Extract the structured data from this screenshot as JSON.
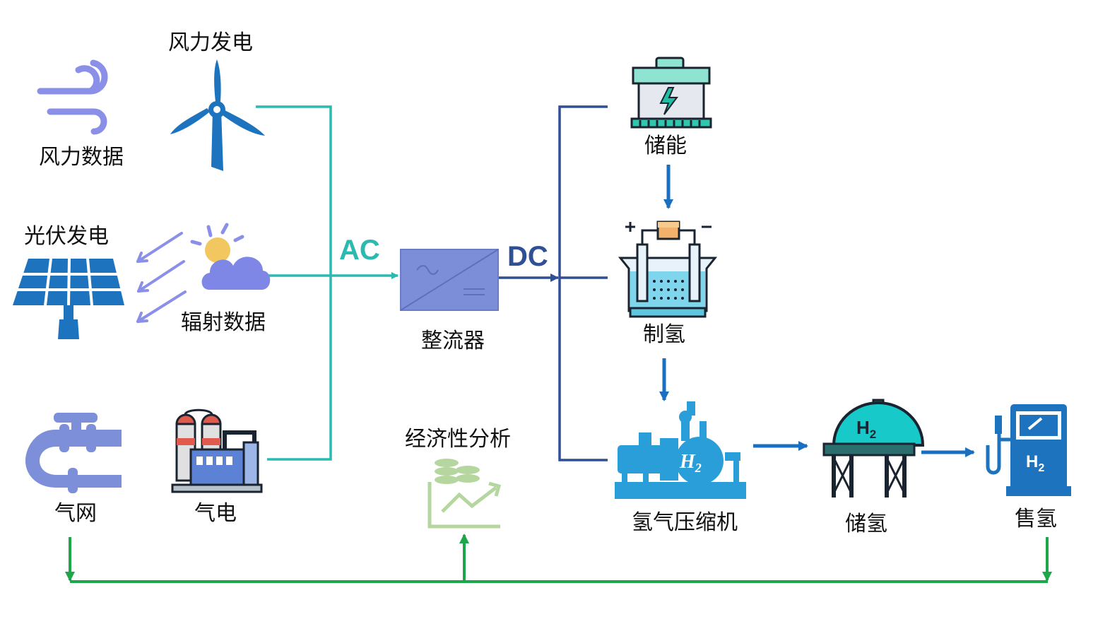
{
  "nodes": {
    "wind_data": "风力数据",
    "wind_power": "风力发电",
    "pv_power": "光伏发电",
    "radiation_data": "辐射数据",
    "gas_grid": "气网",
    "gas_power": "气电",
    "rectifier": "整流器",
    "economic_analysis": "经济性分析",
    "energy_storage": "储能",
    "electrolysis": "制氢",
    "compressor": "氢气压缩机",
    "hydrogen_storage": "储氢",
    "hydrogen_sale": "售氢"
  },
  "bus_labels": {
    "ac": "AC",
    "dc": "DC"
  },
  "icon_text": {
    "h2": "H2"
  },
  "colors": {
    "ac_line": "#2BB9B0",
    "dc_line": "#2F4F96",
    "flow_arrow": "#1A6FC0",
    "bottom_line": "#1EA64A",
    "icon_blue": "#1E73BE",
    "icon_lavender": "#8A90E8",
    "rectifier_fill": "#7C8ED8"
  }
}
